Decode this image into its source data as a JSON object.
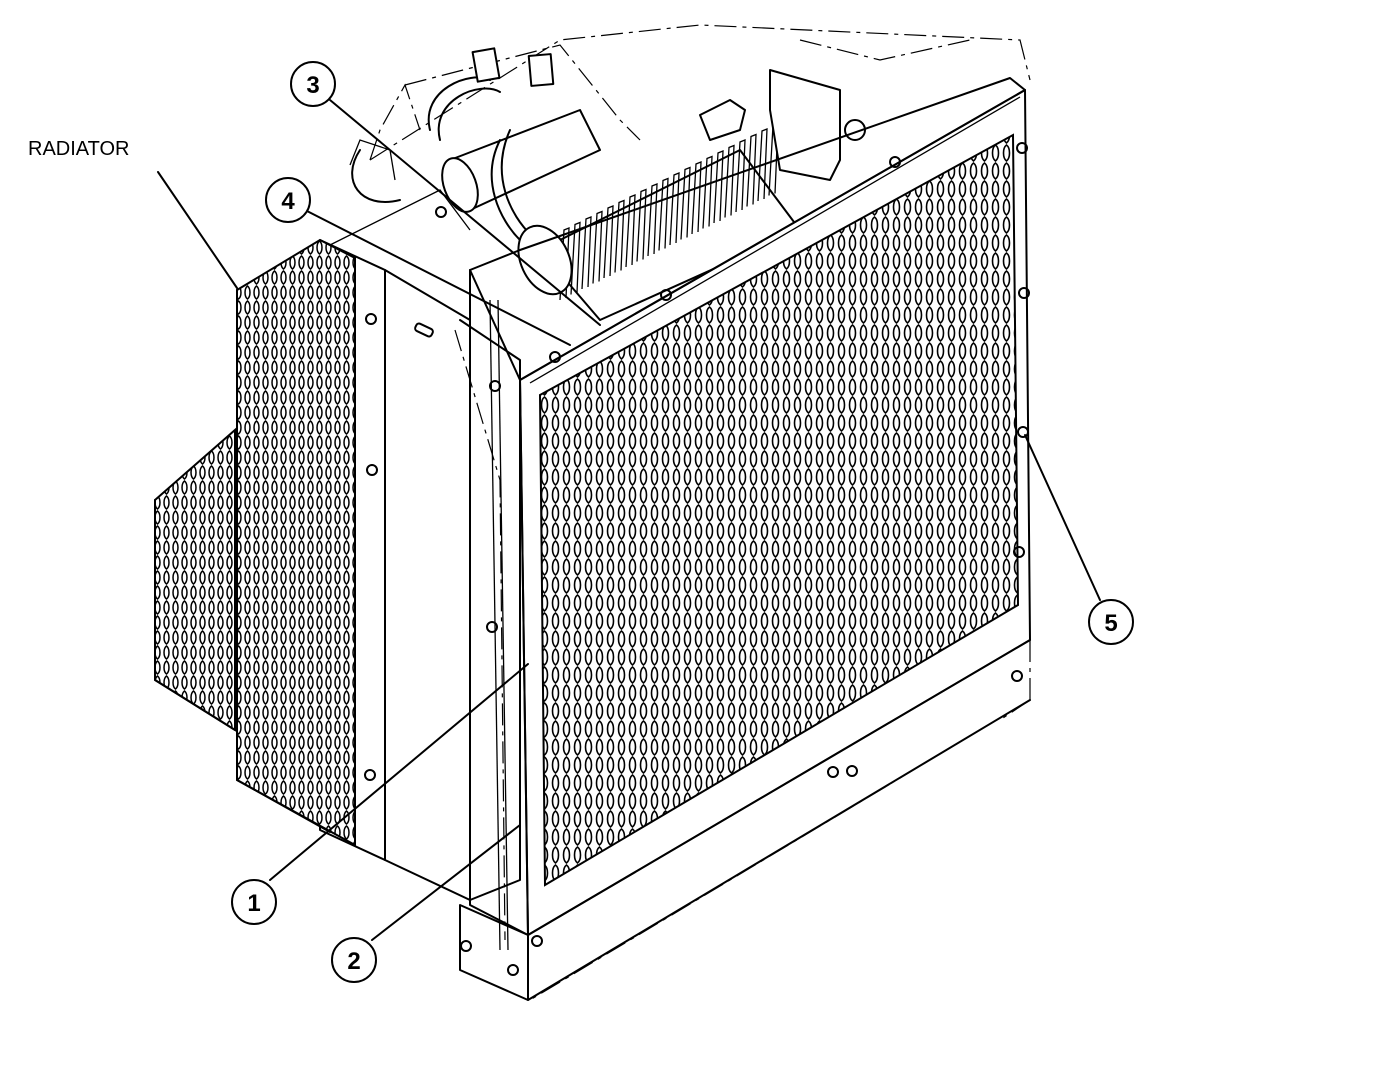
{
  "figure": {
    "component_label": "RADIATOR",
    "callouts": [
      "1",
      "2",
      "3",
      "4",
      "5"
    ]
  },
  "colors": {
    "line": "#000000",
    "background": "#ffffff"
  }
}
